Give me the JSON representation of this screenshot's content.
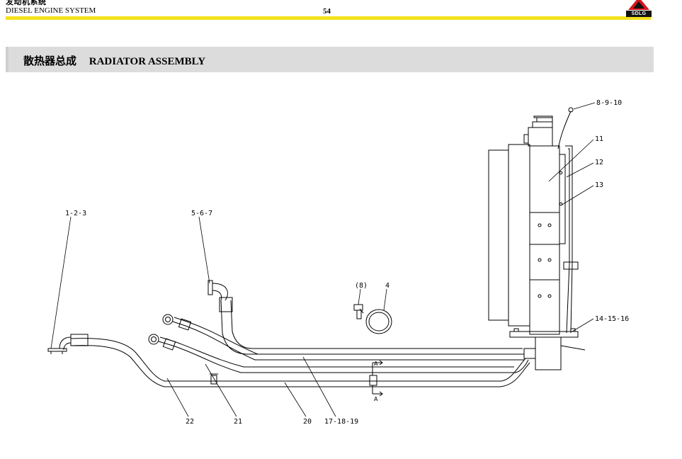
{
  "header": {
    "chapter_cn": "发动机系统",
    "system_title": "DIESEL ENGINE SYSTEM",
    "page_number": "54",
    "brand": "SDLG"
  },
  "section": {
    "title_cn": "散热器总成",
    "title_en": "RADIATOR ASSEMBLY"
  },
  "callouts": {
    "c_8_9_10": "8-9-10",
    "c_11": "11",
    "c_12": "12",
    "c_13": "13",
    "c_1_2_3": "1-2-3",
    "c_5_6_7": "5-6-7",
    "c_8": "(8)",
    "c_4": "4",
    "c_14_15_16": "14-15-16",
    "c_22": "22",
    "c_21": "21",
    "c_20": "20",
    "c_17_18_19": "17-18-19",
    "section_a_top": "A",
    "section_a_bottom": "A"
  },
  "colors": {
    "header_rule": "#f4e11c",
    "section_bar": "#dcdcdc",
    "logo_red": "#d8141c"
  }
}
